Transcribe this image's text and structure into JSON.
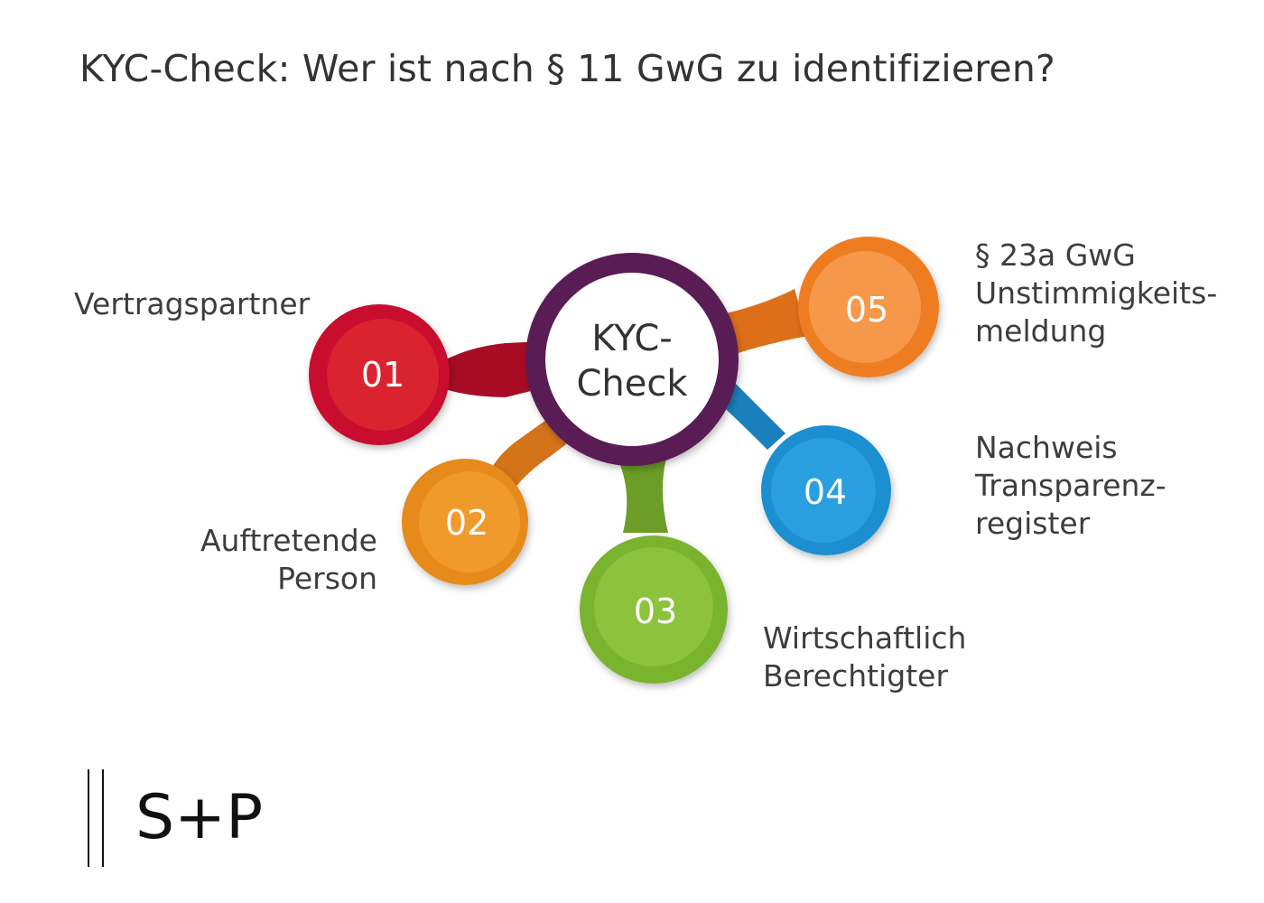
{
  "title": "KYC-Check: Wer ist nach § 11 GwG zu identifizieren?",
  "center": {
    "line1": "KYC-",
    "line2": "Check",
    "ring_color": "#5a1f55"
  },
  "nodes": [
    {
      "number": "01",
      "color": "#c8102e",
      "label": [
        "Vertragspartner"
      ]
    },
    {
      "number": "02",
      "color": "#e68a1f",
      "label": [
        "Auftretende",
        "Person"
      ]
    },
    {
      "number": "03",
      "color": "#7ab32e",
      "label": [
        "Wirtschaftlich",
        "Berechtigter"
      ]
    },
    {
      "number": "04",
      "color": "#1f8fd0",
      "label": [
        "Nachweis",
        "Transparenz-",
        "register"
      ]
    },
    {
      "number": "05",
      "color": "#ee7d22",
      "label": [
        "§ 23a GwG",
        "Unstimmigkeits-",
        "meldung"
      ]
    }
  ],
  "logo": {
    "text": "S+P"
  }
}
